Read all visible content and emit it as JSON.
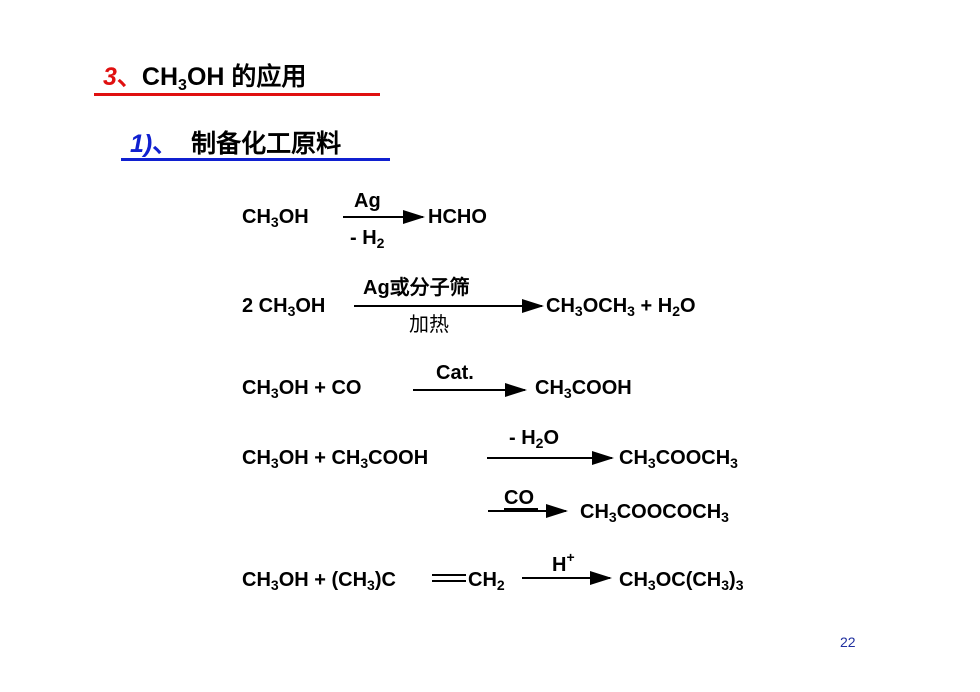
{
  "heading1": {
    "number": "3",
    "sep": "、",
    "pre": "CH",
    "sub": "3",
    "post": "OH 的应用"
  },
  "heading2": {
    "number": "1)",
    "sep": "、",
    "text": "制备化工原料"
  },
  "reactions": {
    "r1": {
      "left_a": "CH",
      "left_s": "3",
      "left_b": "OH",
      "above": "Ag",
      "below_a": "- H",
      "below_s": "2",
      "product": "HCHO"
    },
    "r2": {
      "left_a": "2 CH",
      "left_s": "3",
      "left_b": "OH",
      "above": "Ag或分子筛",
      "below": "加热",
      "p_a": "CH",
      "p_s1": "3",
      "p_b": "OCH",
      "p_s2": "3",
      "p_c": " + H",
      "p_s3": "2",
      "p_d": "O"
    },
    "r3": {
      "left_a": "CH",
      "left_s": "3",
      "left_b": "OH + CO",
      "above": "Cat.",
      "p_a": "CH",
      "p_s": "3",
      "p_b": "COOH"
    },
    "r4": {
      "l_a": "CH",
      "l_s1": "3",
      "l_b": "OH + CH",
      "l_s2": "3",
      "l_c": "COOH",
      "above_a": "- H",
      "above_s": "2",
      "above_b": "O",
      "p_a": "CH",
      "p_s1": "3",
      "p_b": "COOCH",
      "p_s2": "3"
    },
    "r5": {
      "above": "CO",
      "p_a": "CH",
      "p_s1": "3",
      "p_b": "COOCOCH",
      "p_s2": "3"
    },
    "r6": {
      "l_a": "CH",
      "l_s1": "3",
      "l_b": "OH + (CH",
      "l_s2": "3",
      "l_c": ")C",
      "l_d": "CH",
      "l_s3": "2",
      "above": "H",
      "above_sup": "+",
      "p_a": "CH",
      "p_s1": "3",
      "p_b": "OC(CH",
      "p_s2": "3",
      "p_c": ")",
      "p_s3": "3"
    }
  },
  "page_number": "22",
  "colors": {
    "red": "#e01010",
    "blue": "#1020d0",
    "page_number": "#1f2f9f"
  }
}
